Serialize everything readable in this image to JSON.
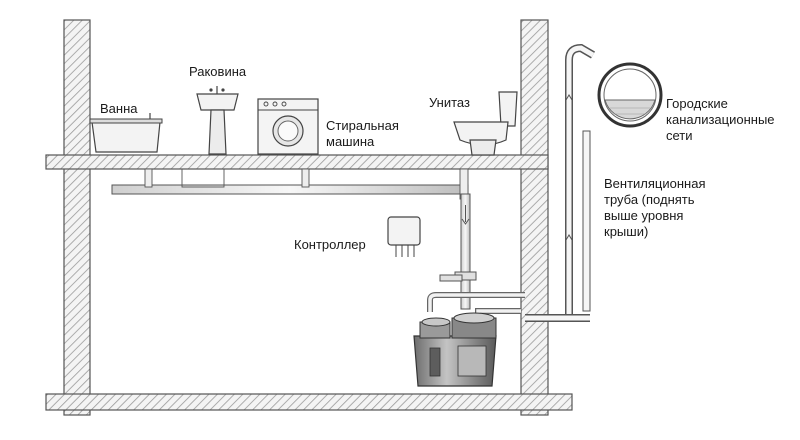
{
  "labels": {
    "bath": "Ванна",
    "sink": "Раковина",
    "washer": "Стиральная\nмашина",
    "toilet": "Унитаз",
    "sewer": "Городские\nканализационные\nсети",
    "vent": "Вентиляционная\nтруба (поднять\nвыше уровня\nкрыши)",
    "controller": "Контроллер"
  }
}
